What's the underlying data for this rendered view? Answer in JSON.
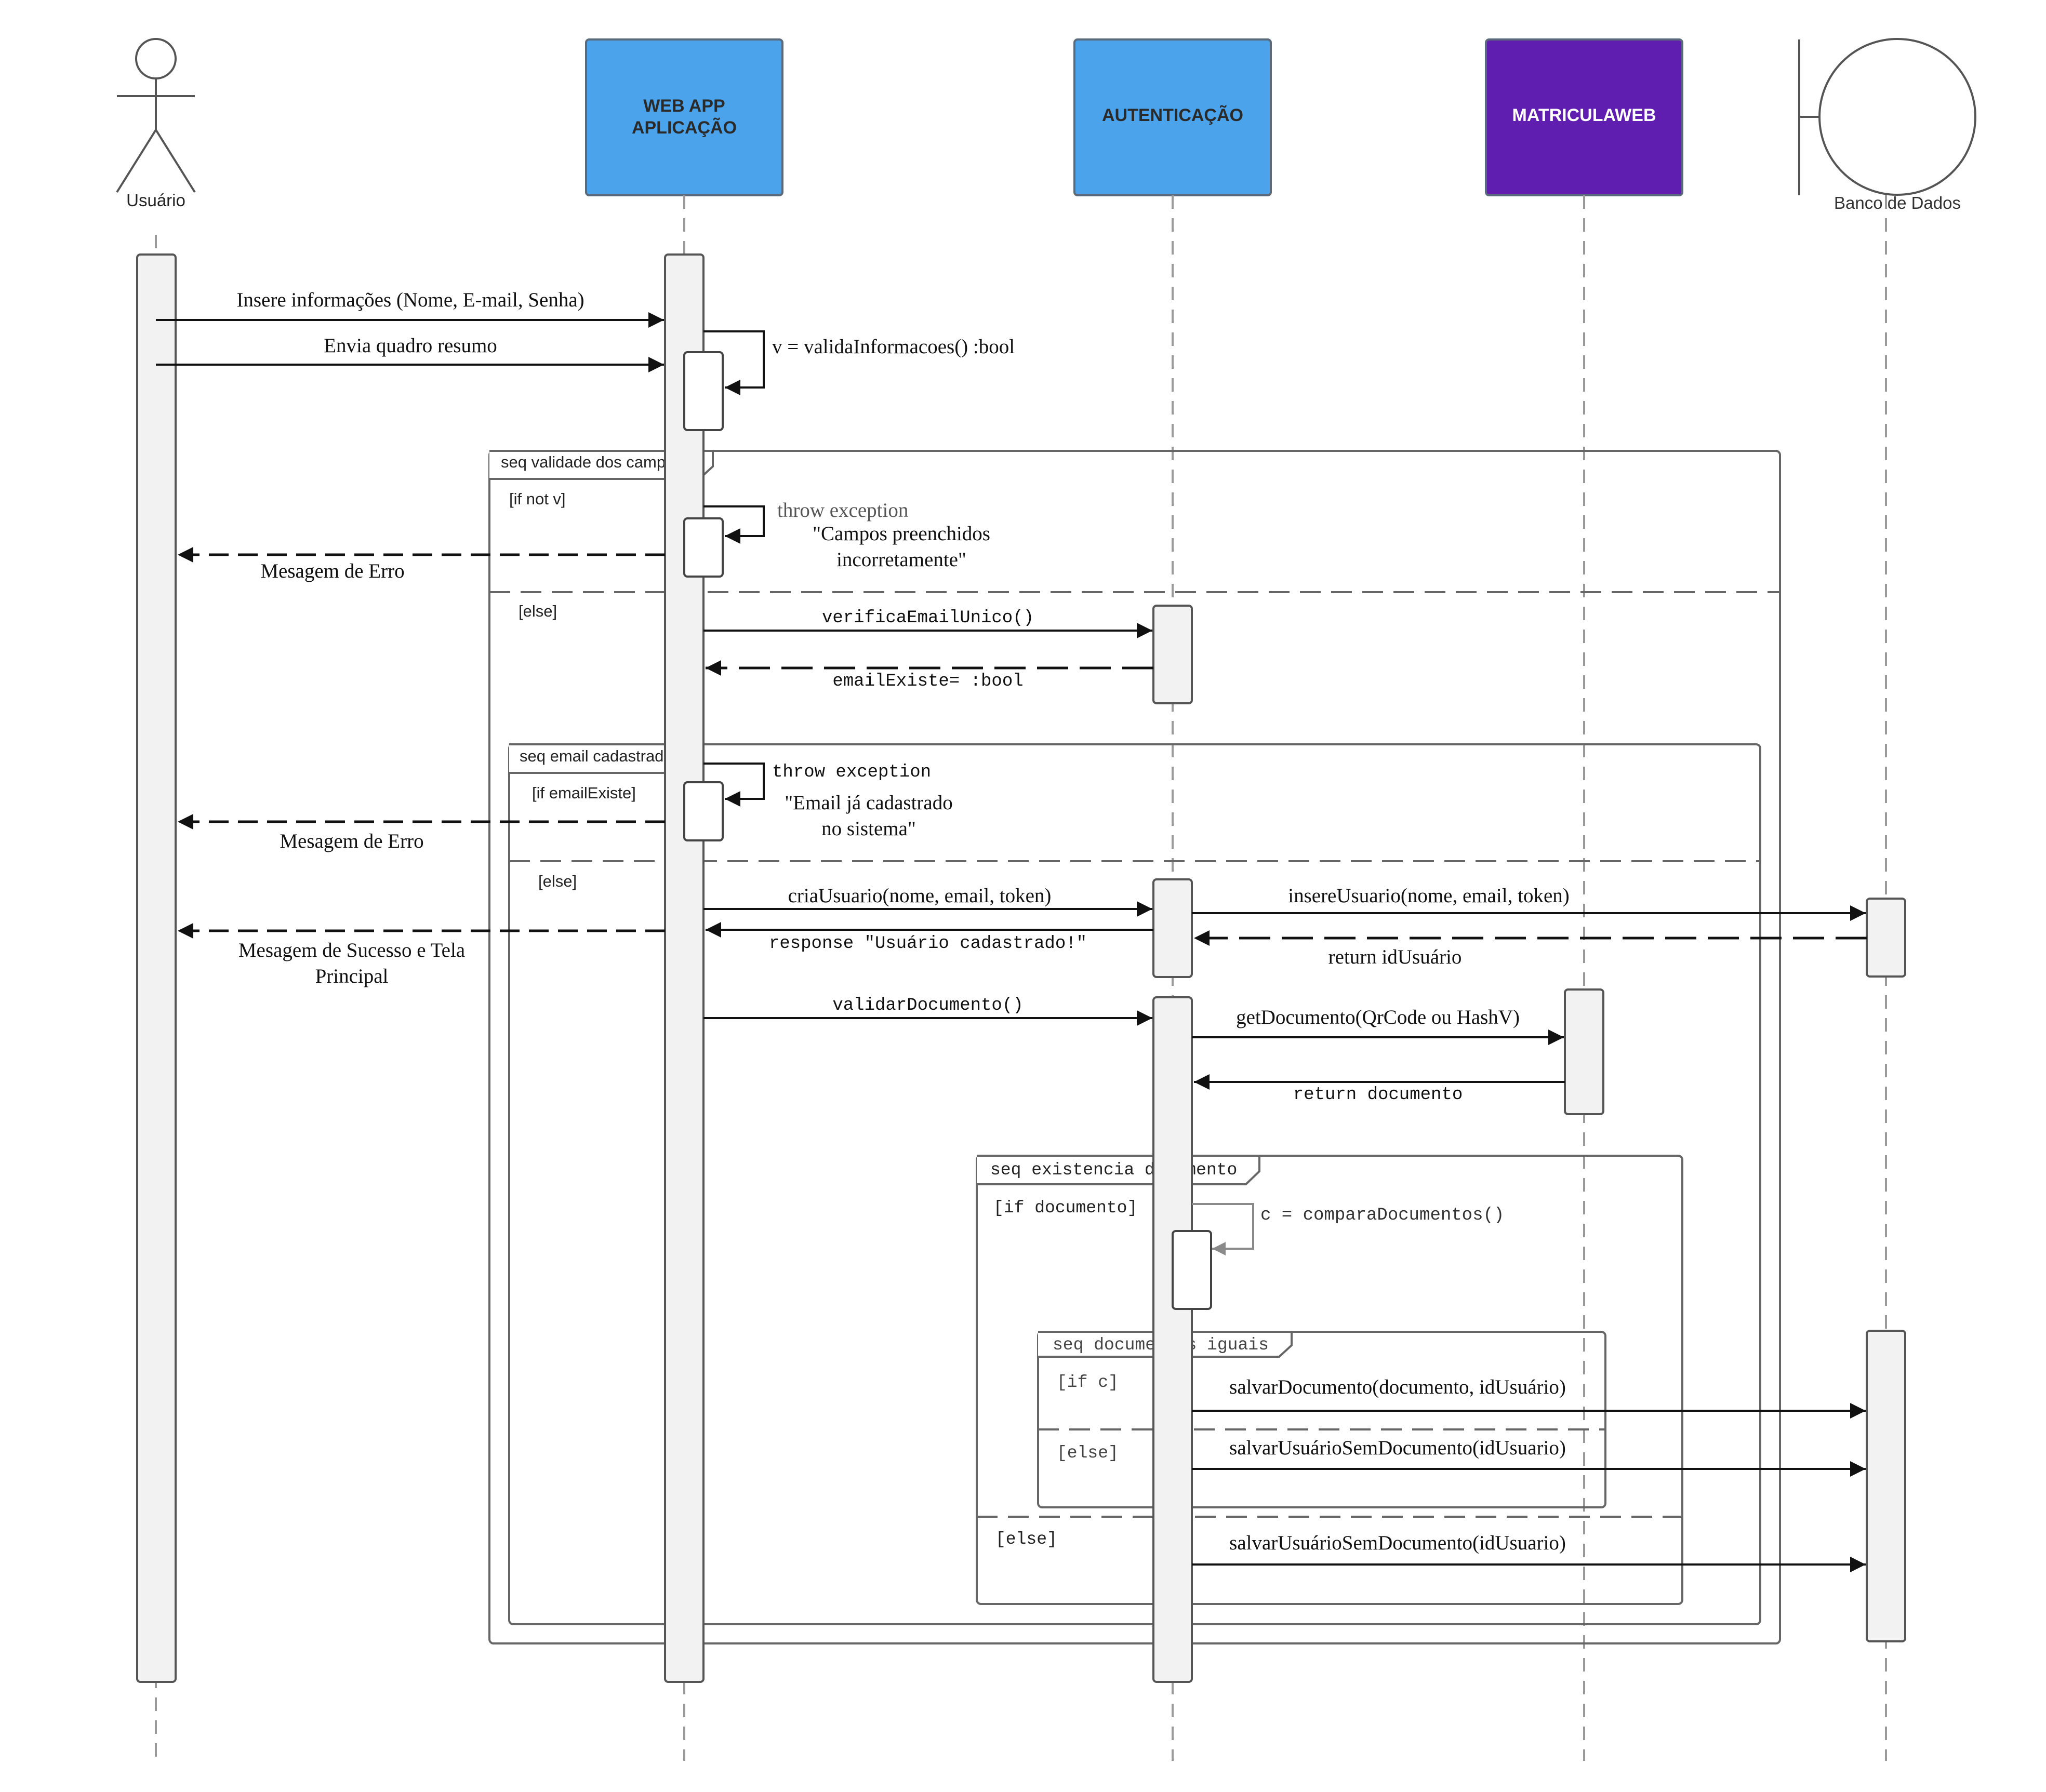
{
  "colors": {
    "web_app": "#4aa3eb",
    "auth": "#4aa3eb",
    "matriculaweb": "#5f1eb0",
    "activation": "#f2f2f2",
    "line": "#111111",
    "frame": "#555555"
  },
  "participants": {
    "user": "Usuário",
    "web_app_line1": "WEB APP",
    "web_app_line2": "APLICAÇÃO",
    "auth": "AUTENTICAÇÃO",
    "matriculaweb": "MATRICULAWEB",
    "db": "Banco de Dados"
  },
  "messages": {
    "insere_info": "Insere informações (Nome, E-mail, Senha)",
    "envia_quadro": "Envia quadro resumo",
    "valida_info": "v = validaInformacoes() :bool",
    "throw_exception_1": "throw exception",
    "campos_line1": "\"Campos preenchidos",
    "campos_line2": "incorretamente\"",
    "msg_erro_1": "Mesagem de Erro",
    "verifica_email": "verificaEmailUnico()",
    "email_existe": "emailExiste= :bool",
    "throw_exception_2": "throw exception",
    "email_cad_line1": "\"Email já cadastrado",
    "email_cad_line2": "no sistema\"",
    "msg_erro_2": "Mesagem de Erro",
    "cria_usuario": "criaUsuario(nome, email, token)",
    "insere_usuario": "insereUsuario(nome, email, token)",
    "response_cadastrado": "response \"Usuário cadastrado!\"",
    "return_id": "return idUsuário",
    "msg_sucesso_line1": "Mesagem de Sucesso e Tela",
    "msg_sucesso_line2": "Principal",
    "validar_documento": "validarDocumento()",
    "get_documento": "getDocumento(QrCode ou HashV)",
    "return_documento": "return documento",
    "compara_documentos": "c = comparaDocumentos()",
    "salvar_documento": "salvarDocumento(documento, idUsuário)",
    "salvar_sem_doc_1": "salvarUsuárioSemDocumento(idUsuario)",
    "salvar_sem_doc_2": "salvarUsuárioSemDocumento(idUsuario)"
  },
  "frames": {
    "validade_title": "seq validade dos campos",
    "validade_if": "[if not v]",
    "validade_else": "[else]",
    "email_title": "seq email cadastrado",
    "email_if": "[if emailExiste]",
    "email_else": "[else]",
    "existencia_title": "seq existencia documento",
    "existencia_if": "[if documento]",
    "existencia_else": "[else]",
    "iguais_title": "seq documentos iguais",
    "iguais_if": "[if c]",
    "iguais_else": "[else]"
  }
}
